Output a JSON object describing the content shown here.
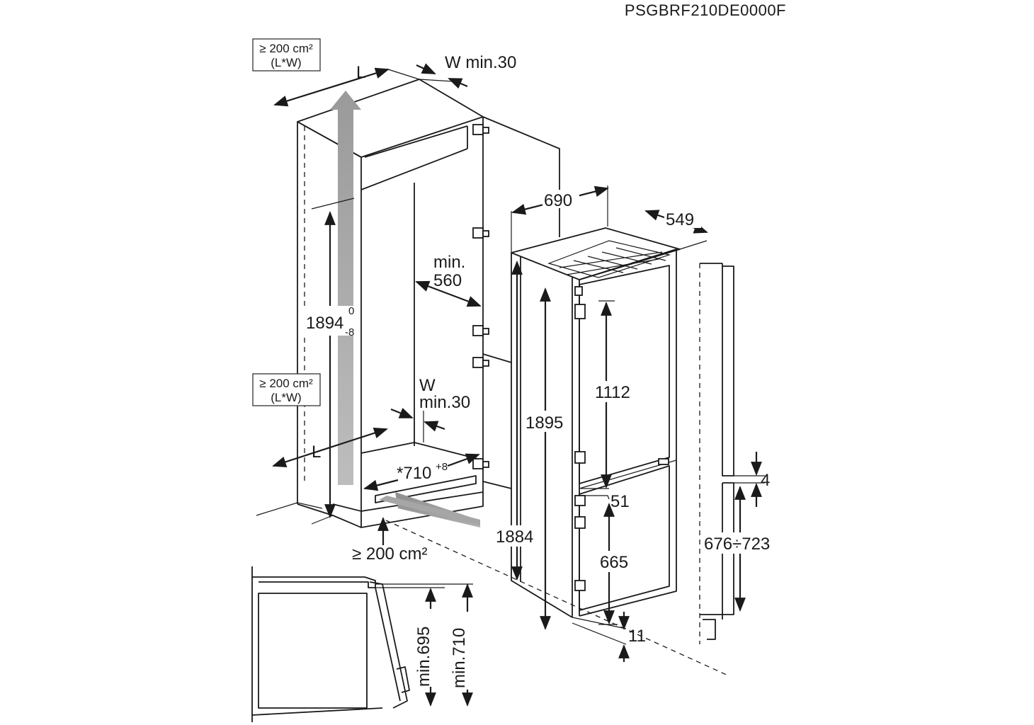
{
  "model_code": "PSGBRF210DE0000F",
  "vent_top": {
    "line1": "≥ 200 cm²",
    "line2": "(L*W)"
  },
  "vent_mid": {
    "line1": "≥ 200 cm²",
    "line2": "(L*W)"
  },
  "vent_bottom": "≥ 200 cm²",
  "gap_top": "W min.30",
  "gap_mid": {
    "line1": "W",
    "line2": "min.30"
  },
  "length_top": "L",
  "length_bottom": "L",
  "niche_height": {
    "value": "1894",
    "tol_upper": "0",
    "tol_lower": "-8"
  },
  "niche_depth": {
    "line1": "min.",
    "line2": "560"
  },
  "plinth_depth": {
    "value": "*710",
    "tol": "+8"
  },
  "appliance": {
    "width": "690",
    "depth": "549",
    "height_total": "1895",
    "height_body": "1884",
    "upper_door": "1112",
    "gap_between": "51",
    "lower_door": "665",
    "bottom_gap": "11"
  },
  "door_panel": {
    "top_gap": "4",
    "height_range": "676÷723"
  },
  "detail": {
    "min_a": "min.695",
    "min_b": "min.710"
  },
  "colors": {
    "line": "#1a1a1a",
    "airflow": "#a6a6a6",
    "background": "#ffffff"
  },
  "icons": [
    "airflow-arrow",
    "hinge-icon"
  ]
}
